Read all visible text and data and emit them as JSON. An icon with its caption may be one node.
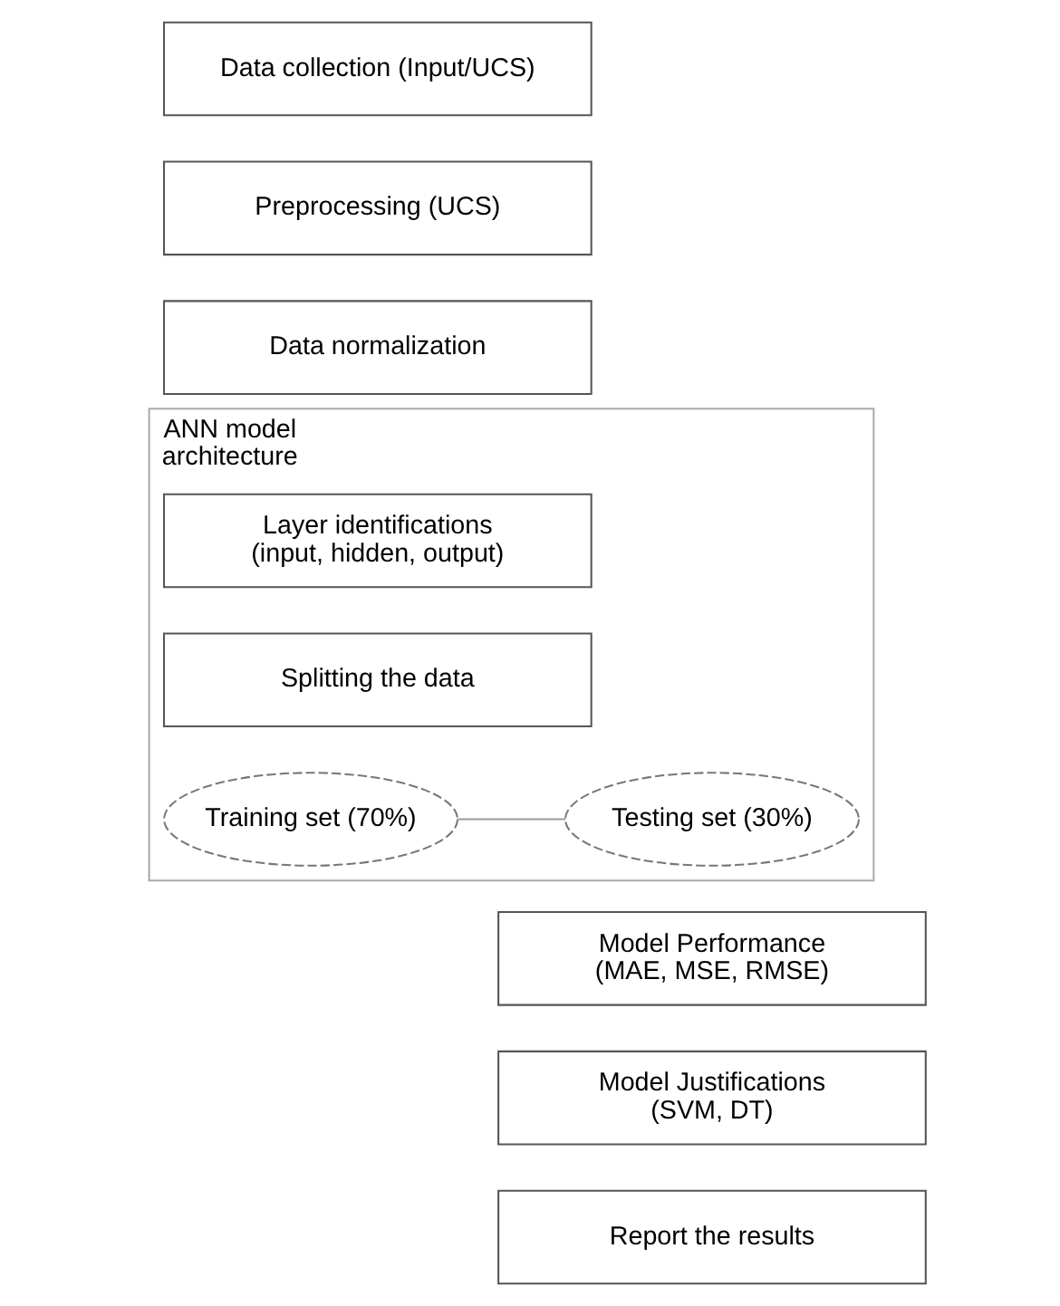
{
  "diagram": {
    "nodes": [
      {
        "text": [
          "Data collection (Input/UCS)"
        ]
      },
      {
        "text": [
          "Preprocessing (UCS)"
        ]
      },
      {
        "text": [
          "Data normalization"
        ]
      },
      {
        "text": [
          "ANN model architecture"
        ]
      },
      {
        "text": [
          "Layer identifications (input, hidden, output)"
        ],
        "in": 3
      },
      {
        "text": [
          "Splitting the data"
        ],
        "in": 3
      },
      {
        "text": [
          "Training set (70%)"
        ],
        "in": 3
      },
      {
        "text": [
          "Testing set (30%)"
        ],
        "in": 3
      },
      {
        "text": [
          "Model Performance (MAE, MSE, RMSE)"
        ]
      },
      {
        "text": [
          "Model Justifications (SVM, DT)"
        ]
      },
      {
        "text": [
          "Report the results"
        ]
      }
    ],
    "edges": [
      {
        "from": 6,
        "to": 7,
        "arrow": "none"
      }
    ]
  }
}
